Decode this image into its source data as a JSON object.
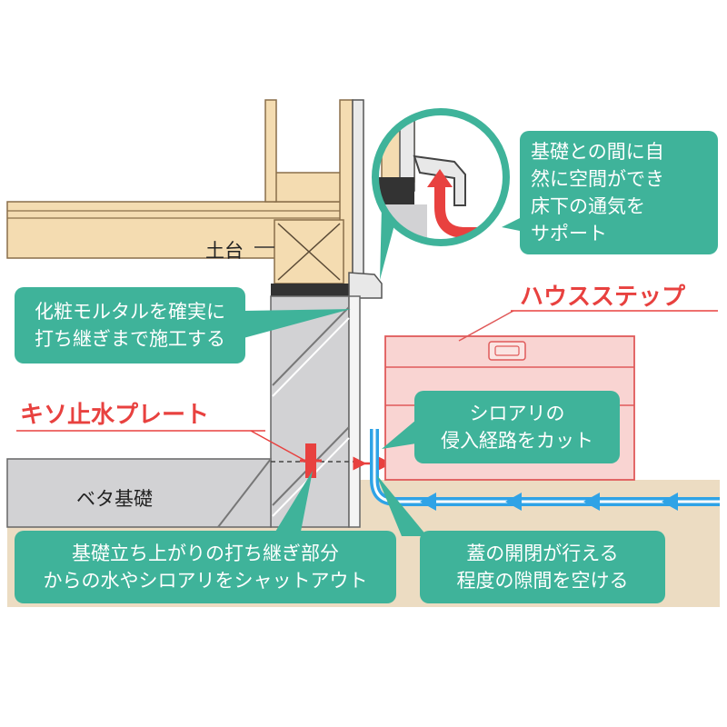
{
  "labels": {
    "dodai": "土台",
    "beta_kiso": "ベタ基礎",
    "kiso_plate": "キソ止水プレート",
    "house_step": "ハウスステップ"
  },
  "callouts": {
    "mortar": [
      "化粧モルタルを確実に",
      "打ち継ぎまで施工する"
    ],
    "ventilation": [
      "基礎との間に自",
      "然に空間ができ",
      "床下の通気を",
      "サポート"
    ],
    "termite_route": [
      "シロアリの",
      "侵入経路をカット"
    ],
    "waterproof": [
      "基礎立ち上がりの打ち継ぎ部分",
      "からの水やシロアリをシャットアウト"
    ],
    "gap": [
      "蓋の開閉が行える",
      "程度の隙間を空ける"
    ]
  },
  "colors": {
    "callout_green": "#3fb39a",
    "accent_red": "#e8413f",
    "water_blue": "#2fa3e6",
    "wood": "#f4dcb1",
    "concrete": "#d2d2d4",
    "ground": "#ecdcc2",
    "step_pink": "#f9d4d2"
  }
}
